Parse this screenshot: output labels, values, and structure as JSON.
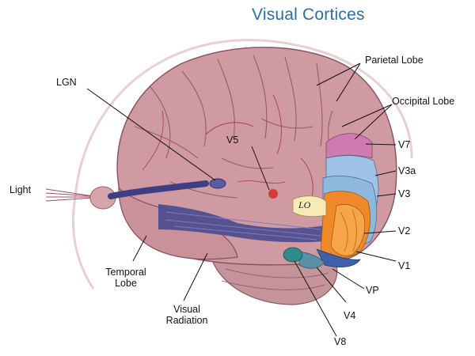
{
  "title": "Visual Cortices",
  "labels": {
    "lgn": "LGN",
    "light": "Light",
    "temporal_lobe_1": "Temporal",
    "temporal_lobe_2": "Lobe",
    "visual_radiation_1": "Visual",
    "visual_radiation_2": "Radiation",
    "v5": "V5",
    "lo": "LO",
    "parietal_lobe": "Parietal Lobe",
    "occipital_lobe": "Occipital Lobe",
    "v7": "V7",
    "v3a": "V3a",
    "v3": "V3",
    "v2": "V2",
    "v1": "V1",
    "vp": "VP",
    "v4": "V4",
    "v8": "V8"
  },
  "colors": {
    "title": "#2a6ea6",
    "brain": "#c98f97",
    "v1": "#f59a3a",
    "v2": "#f0892a",
    "v3": "#8fb8de",
    "v7": "#cf7bb0",
    "lo": "#f6eab8",
    "v8": "#2f8a8a",
    "radiation": "#4d4c8e"
  }
}
